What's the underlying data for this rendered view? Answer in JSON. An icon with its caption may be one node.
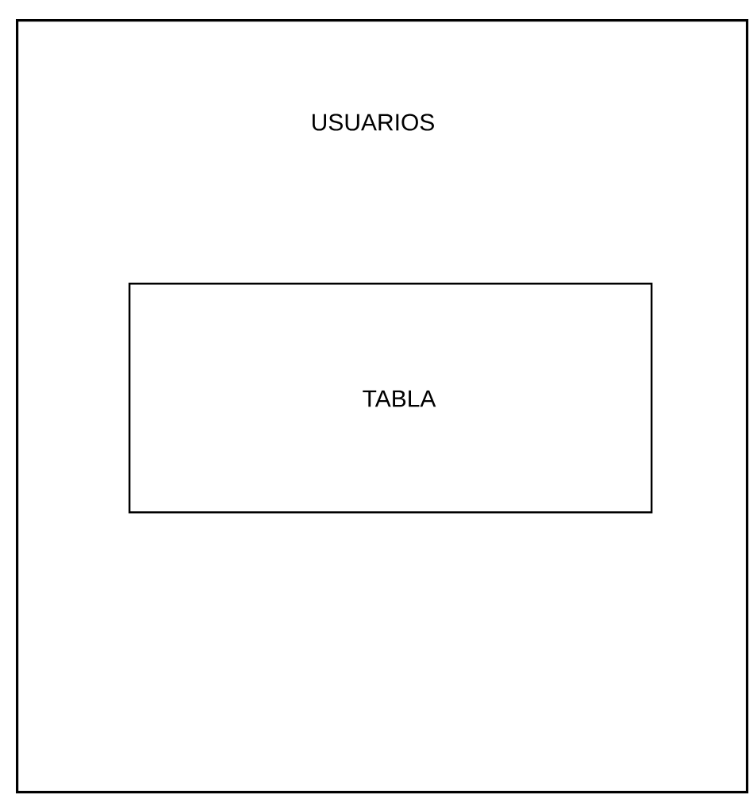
{
  "diagram": {
    "nodes": [
      {
        "text": [
          "USUARIOS"
        ]
      },
      {
        "text": [
          "TABLA"
        ],
        "in": 0
      }
    ]
  }
}
